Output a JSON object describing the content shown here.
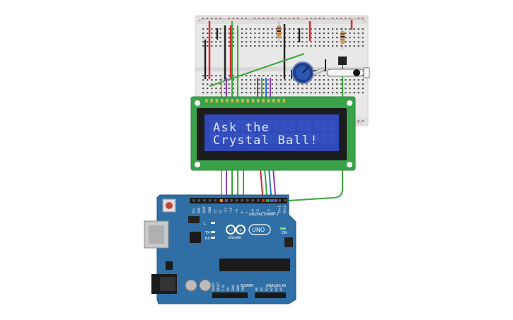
{
  "lcd": {
    "line1": "Ask the",
    "line2": "Crystal Ball!"
  },
  "arduino": {
    "brand": "ARDUINO",
    "model": "UNO",
    "digital_label": "DIGITAL (PWM~)",
    "power_label": "POWER",
    "analog_label": "ANALOG IN",
    "on_label": "ON",
    "tx_label": "TX",
    "rx_label": "RX",
    "l_label": "L",
    "top_pins": [
      "SCL",
      "SDA",
      "AREF",
      "GND",
      "13",
      "12",
      "~11",
      "~10",
      "~9",
      "8",
      "7",
      "~6",
      "~5",
      "4",
      "~3",
      "2",
      "TX>1",
      "RX<0"
    ],
    "power_pins": [
      "IOREF",
      "RESET",
      "3.3V",
      "5V",
      "GND",
      "GND",
      "VIN"
    ],
    "analog_pins": [
      "A0",
      "A1",
      "A2",
      "A3",
      "A4",
      "A5"
    ]
  },
  "colors": {
    "board": "#2f6fa6",
    "lcd_frame": "#3aa34a",
    "lcd_screen": "#2f49b8",
    "breadboard": "#e9e9e9",
    "wire_green": "#3aa83a",
    "wire_red": "#d9282f",
    "wire_black": "#222222",
    "wire_orange": "#f08a1c",
    "wire_purple": "#8a3fb8",
    "wire_blue": "#2f6fd6"
  },
  "icons": [
    "potentiometer-icon",
    "tilt-sensor-icon",
    "resistor-icon",
    "usb-port-icon",
    "power-jack-icon"
  ]
}
